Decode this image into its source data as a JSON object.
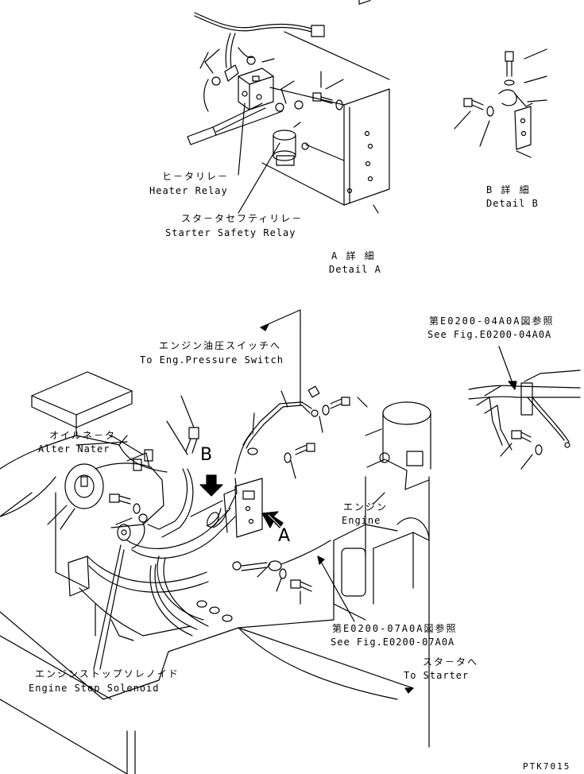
{
  "labels": {
    "heater_relay_jp": "ヒ－タリレ－",
    "heater_relay_en": "Heater Relay",
    "starter_safety_jp": "スタ－タセフティリレ－",
    "starter_safety_en": "Starter Safety Relay",
    "detail_a_jp": "A  詳 細",
    "detail_a_en": "Detail A",
    "detail_b_jp": "B  詳 細",
    "detail_b_en": "Detail B",
    "eng_pressure_jp": "エンジン油圧スイッチへ",
    "eng_pressure_en": "To Eng.Pressure Switch",
    "fig_04a0a_jp": "第E0200-04A0A図参照",
    "fig_04a0a_en": "See Fig.E0200-04A0A",
    "alternator_jp": "オイルネ－タ",
    "alternator_en": "Alter Nater",
    "engine_jp": "エンジン",
    "engine_en": "Engine",
    "marker_a": "A",
    "marker_b": "B",
    "fig_07a0a_jp": "第E0200-07A0A図参照",
    "fig_07a0a_en": "See Fig.E0200-07A0A",
    "to_starter_jp": "スタ－タへ",
    "to_starter_en": "To Starter",
    "stop_solenoid_jp": "エンジンストップソレノイド",
    "stop_solenoid_en": "Engine Stop Solenoid",
    "drawing_code": "PTK7015"
  }
}
